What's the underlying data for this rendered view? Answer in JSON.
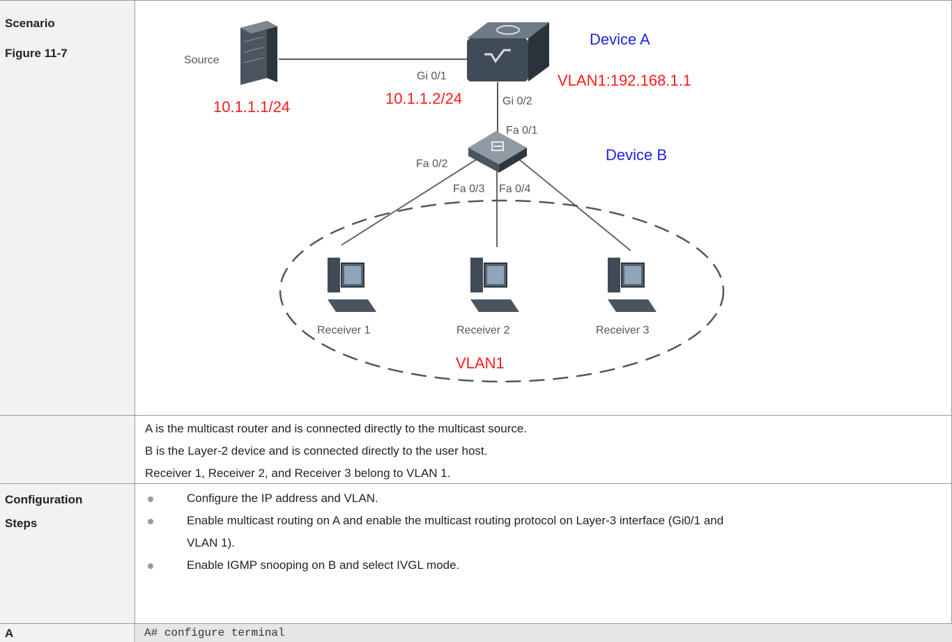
{
  "rows": {
    "scenario": {
      "label1": "Scenario",
      "label2": "Figure 11-7"
    },
    "description": [
      "A is the multicast router and is connected directly to the multicast source.",
      "B is the Layer-2 device and is connected directly to the user host.",
      "Receiver 1, Receiver 2, and Receiver 3 belong to VLAN 1."
    ],
    "config": {
      "label1": "Configuration",
      "label2": "Steps",
      "steps": [
        "Configure the IP address and VLAN.",
        "Enable multicast routing on A and enable the multicast routing protocol on Layer-3 interface (Gi0/1 and",
        "VLAN 1).",
        "Enable IGMP snooping on B and select IVGL mode."
      ]
    },
    "a_row": {
      "label": "A",
      "code": "A# configure terminal"
    }
  },
  "diagram": {
    "source": "Source",
    "source_ip": "10.1.1.1/24",
    "device_a": "Device A",
    "device_a_vlan": "VLAN1:192.168.1.1",
    "device_a_ip": "10.1.1.2/24",
    "gi01": "Gi 0/1",
    "gi02": "Gi 0/2",
    "fa01": "Fa 0/1",
    "fa02": "Fa 0/2",
    "fa03": "Fa 0/3",
    "fa04": "Fa 0/4",
    "device_b": "Device B",
    "receiver1": "Receiver 1",
    "receiver2": "Receiver 2",
    "receiver3": "Receiver 3",
    "vlan": "VLAN1"
  },
  "colors": {
    "red_label": "#ff1a1a",
    "blue_label": "#1f22e6",
    "grid": "#9a9a9a"
  }
}
